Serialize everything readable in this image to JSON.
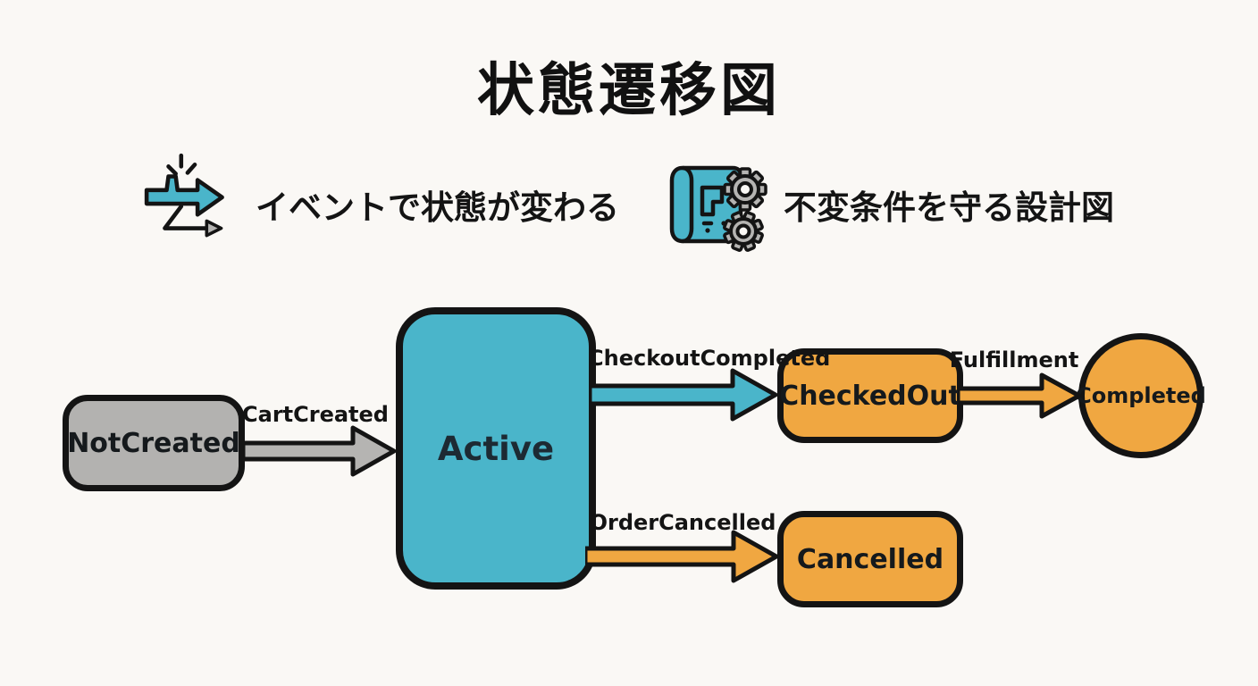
{
  "page": {
    "title": "状態遷移図",
    "background": "#faf8f5"
  },
  "legend": {
    "items": [
      {
        "icon": "event-arrow-icon",
        "label": "イベントで状態が変わる"
      },
      {
        "icon": "blueprint-gears-icon",
        "label": "不変条件を守る設計図"
      }
    ]
  },
  "colors": {
    "teal": "#4ab5ca",
    "orange": "#f0a741",
    "gray": "#b5b4b2",
    "outline": "#141414",
    "background": "#faf8f5"
  },
  "diagram": {
    "states": [
      {
        "id": "NotCreated",
        "label": "NotCreated",
        "shape": "rounded-rect",
        "fill": "gray"
      },
      {
        "id": "Active",
        "label": "Active",
        "shape": "rounded-rect",
        "fill": "teal"
      },
      {
        "id": "CheckedOut",
        "label": "CheckedOut",
        "shape": "rounded-rect",
        "fill": "orange"
      },
      {
        "id": "Completed",
        "label": "Completed",
        "shape": "circle",
        "fill": "orange"
      },
      {
        "id": "Cancelled",
        "label": "Cancelled",
        "shape": "rounded-rect",
        "fill": "orange"
      }
    ],
    "transitions": [
      {
        "label": "CartCreated",
        "from": "NotCreated",
        "to": "Active",
        "color": "gray"
      },
      {
        "label": "CheckoutCompleted",
        "from": "Active",
        "to": "CheckedOut",
        "color": "teal"
      },
      {
        "label": "Fulfillment",
        "from": "CheckedOut",
        "to": "Completed",
        "color": "orange"
      },
      {
        "label": "OrderCancelled",
        "from": "Active",
        "to": "Cancelled",
        "color": "orange"
      }
    ]
  }
}
